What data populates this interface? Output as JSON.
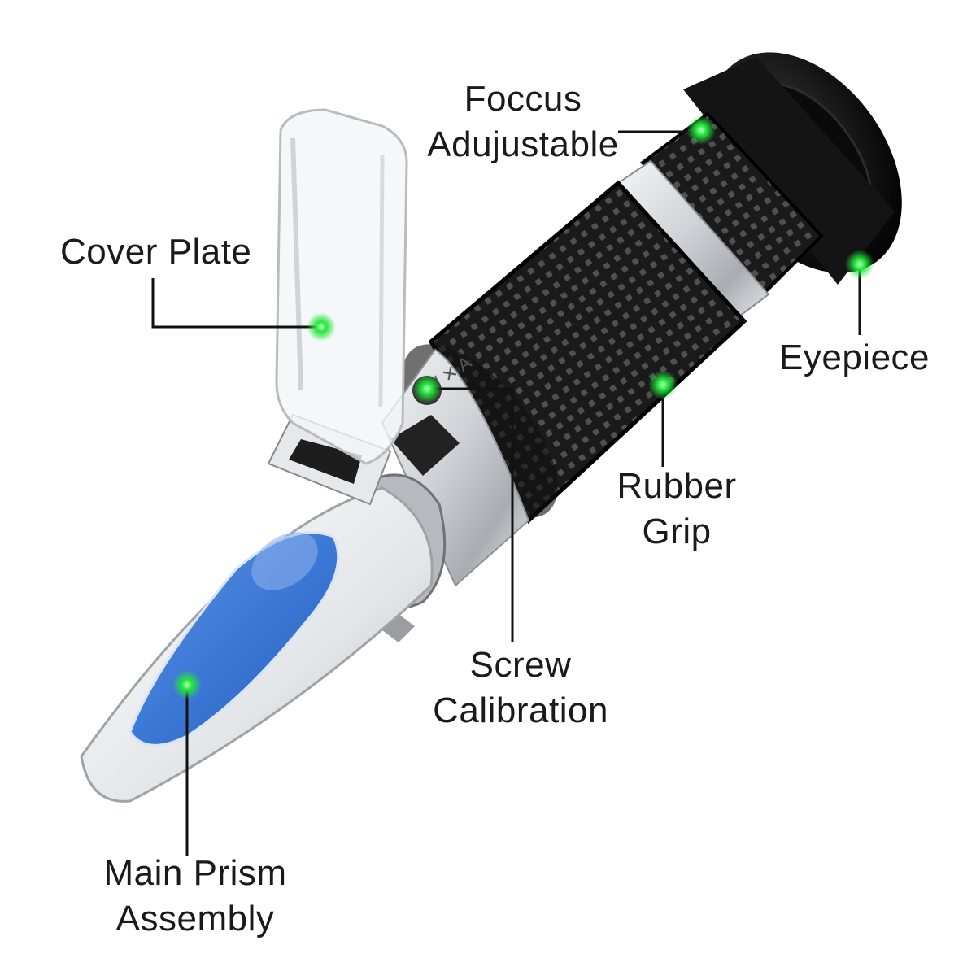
{
  "callouts": {
    "focus": {
      "line1": "Foccus",
      "line2": "Adujustable"
    },
    "cover": {
      "line1": "Cover Plate"
    },
    "eyepiece": {
      "line1": "Eyepiece"
    },
    "rubber": {
      "line1": "Rubber",
      "line2": "Grip"
    },
    "screw": {
      "line1": "Screw",
      "line2": "Calibration"
    },
    "prism": {
      "line1": "Main Prism",
      "line2": "Assembly"
    }
  },
  "colors": {
    "marker": "#22e63a",
    "leader": "#111111",
    "prism_window": "#3f7fd9",
    "body_silver": "#d9dbde",
    "rubber": "#1b1b1b"
  }
}
